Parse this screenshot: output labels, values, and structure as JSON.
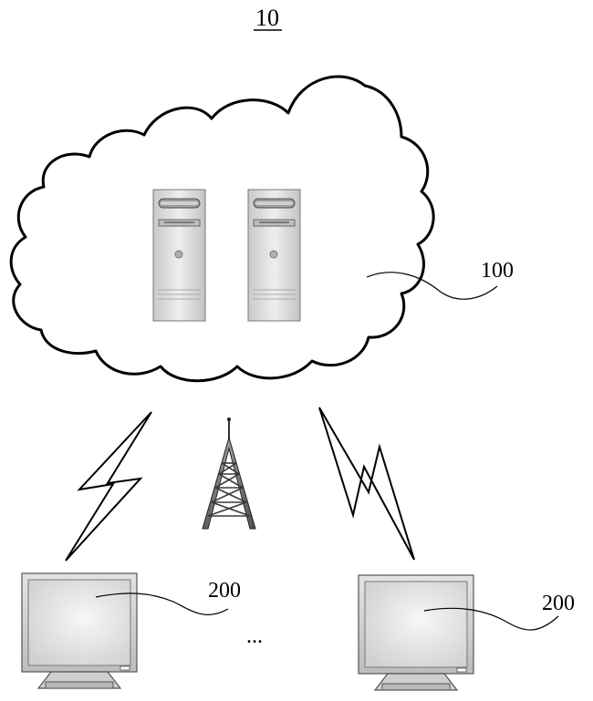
{
  "figure": {
    "title": "10",
    "cloud_label": "100",
    "terminal_label_left": "200",
    "terminal_label_right": "200",
    "ellipsis": "..."
  },
  "components": {
    "servers": 2,
    "terminals": 2,
    "icons": [
      "cloud-icon",
      "server-tower-icon",
      "lightning-bolt-icon",
      "radio-tower-icon",
      "monitor-icon"
    ]
  },
  "colors": {
    "stroke": "#000000",
    "server_body": "#e2e2e2",
    "monitor_body": "#d9d9d9",
    "screen": "#e6e6e6"
  }
}
